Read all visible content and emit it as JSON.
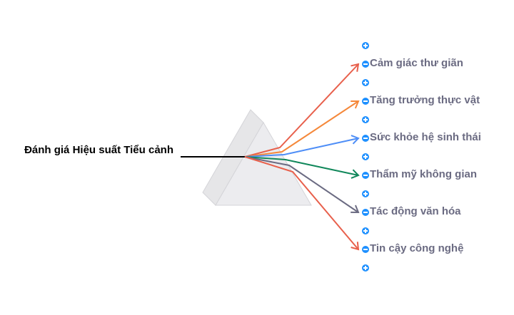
{
  "root": {
    "title": "Đánh giá Hiệu suất Tiểu cảnh"
  },
  "branches": [
    {
      "label": "Cảm giác thư giãn",
      "color": "#e8604c"
    },
    {
      "label": "Tăng trưởng thực vật",
      "color": "#f5883a"
    },
    {
      "label": "Sức khỏe hệ sinh thái",
      "color": "#4e8ef7"
    },
    {
      "label": "Thẩm mỹ không gian",
      "color": "#10875a"
    },
    {
      "label": "Tác động văn hóa",
      "color": "#6b6b82"
    },
    {
      "label": "Tin cậy công nghệ",
      "color": "#e8604c"
    }
  ]
}
